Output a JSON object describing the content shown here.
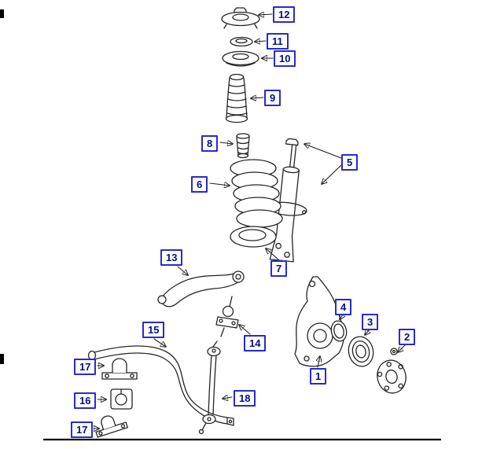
{
  "theme": {
    "callout-border": "#2a2ad0",
    "callout-text": "#000e8c",
    "line-color": "#1f1f1f",
    "background": "#ffffff"
  },
  "figure": {
    "callouts": [
      {
        "label": "12"
      },
      {
        "label": "11"
      },
      {
        "label": "10"
      },
      {
        "label": "9"
      },
      {
        "label": "8"
      },
      {
        "label": "5"
      },
      {
        "label": "6"
      },
      {
        "label": "7"
      },
      {
        "label": "13"
      },
      {
        "label": "14"
      },
      {
        "label": "15"
      },
      {
        "label": "17"
      },
      {
        "label": "16"
      },
      {
        "label": "17"
      },
      {
        "label": "18"
      },
      {
        "label": "4"
      },
      {
        "label": "3"
      },
      {
        "label": "2"
      },
      {
        "label": "1"
      }
    ]
  }
}
